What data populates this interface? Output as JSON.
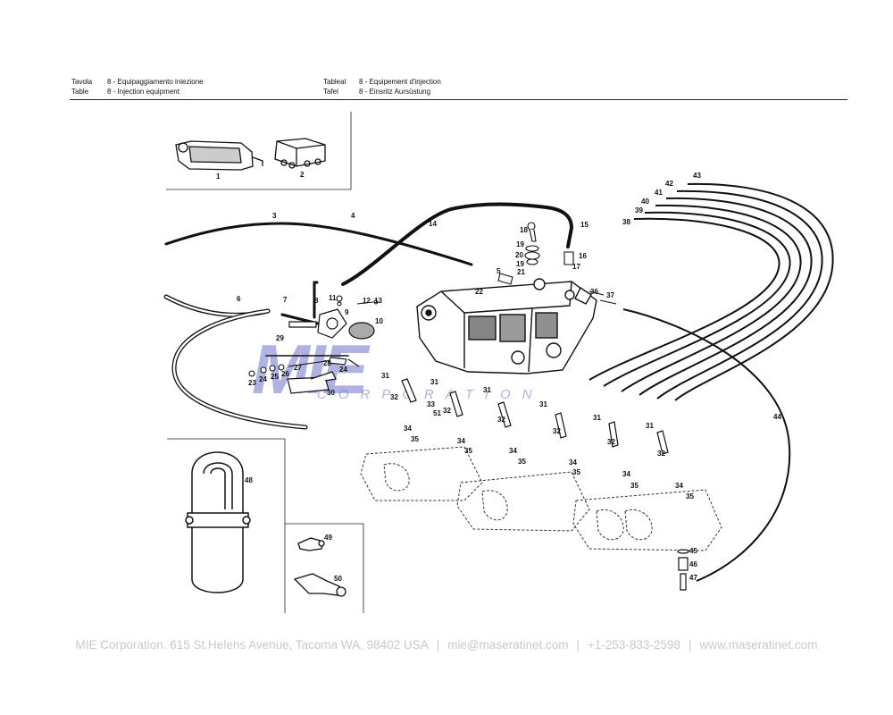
{
  "header": {
    "left": [
      {
        "label": "Tavola",
        "text": "8 - Equipaggiamento iniezione"
      },
      {
        "label": "Table",
        "text": "8 - Injection equipment"
      }
    ],
    "right": [
      {
        "label": "Tableal",
        "text": "8 - Equipement d'injection"
      },
      {
        "label": "Tafel",
        "text": "8 - Einsritz Aursüstung"
      }
    ]
  },
  "part_numbers": [
    "1",
    "2",
    "3",
    "4",
    "5",
    "6",
    "7",
    "8",
    "9",
    "10",
    "11",
    "12",
    "13",
    "14",
    "15",
    "16",
    "17",
    "18",
    "19",
    "19",
    "20",
    "21",
    "22",
    "23",
    "24",
    "24",
    "25",
    "26",
    "27",
    "28",
    "29",
    "30",
    "31",
    "31",
    "31",
    "31",
    "31",
    "31",
    "32",
    "32",
    "32",
    "32",
    "32",
    "32",
    "33",
    "34",
    "34",
    "34",
    "34",
    "34",
    "34",
    "35",
    "35",
    "35",
    "35",
    "35",
    "35",
    "36",
    "37",
    "38",
    "39",
    "40",
    "41",
    "42",
    "43",
    "44",
    "45",
    "46",
    "47",
    "48",
    "49",
    "50",
    "51"
  ],
  "watermark": {
    "brand": "MIE",
    "subtitle": "CORPORATION"
  },
  "footer": {
    "company": "MIE Corporation. 615 St.Helens Avenue, Tacoma WA, 98402 USA",
    "email": "mie@maseratinet.com",
    "phone": "+1-253-833-2598",
    "website": "www.maseratinet.com",
    "separator": "|"
  }
}
